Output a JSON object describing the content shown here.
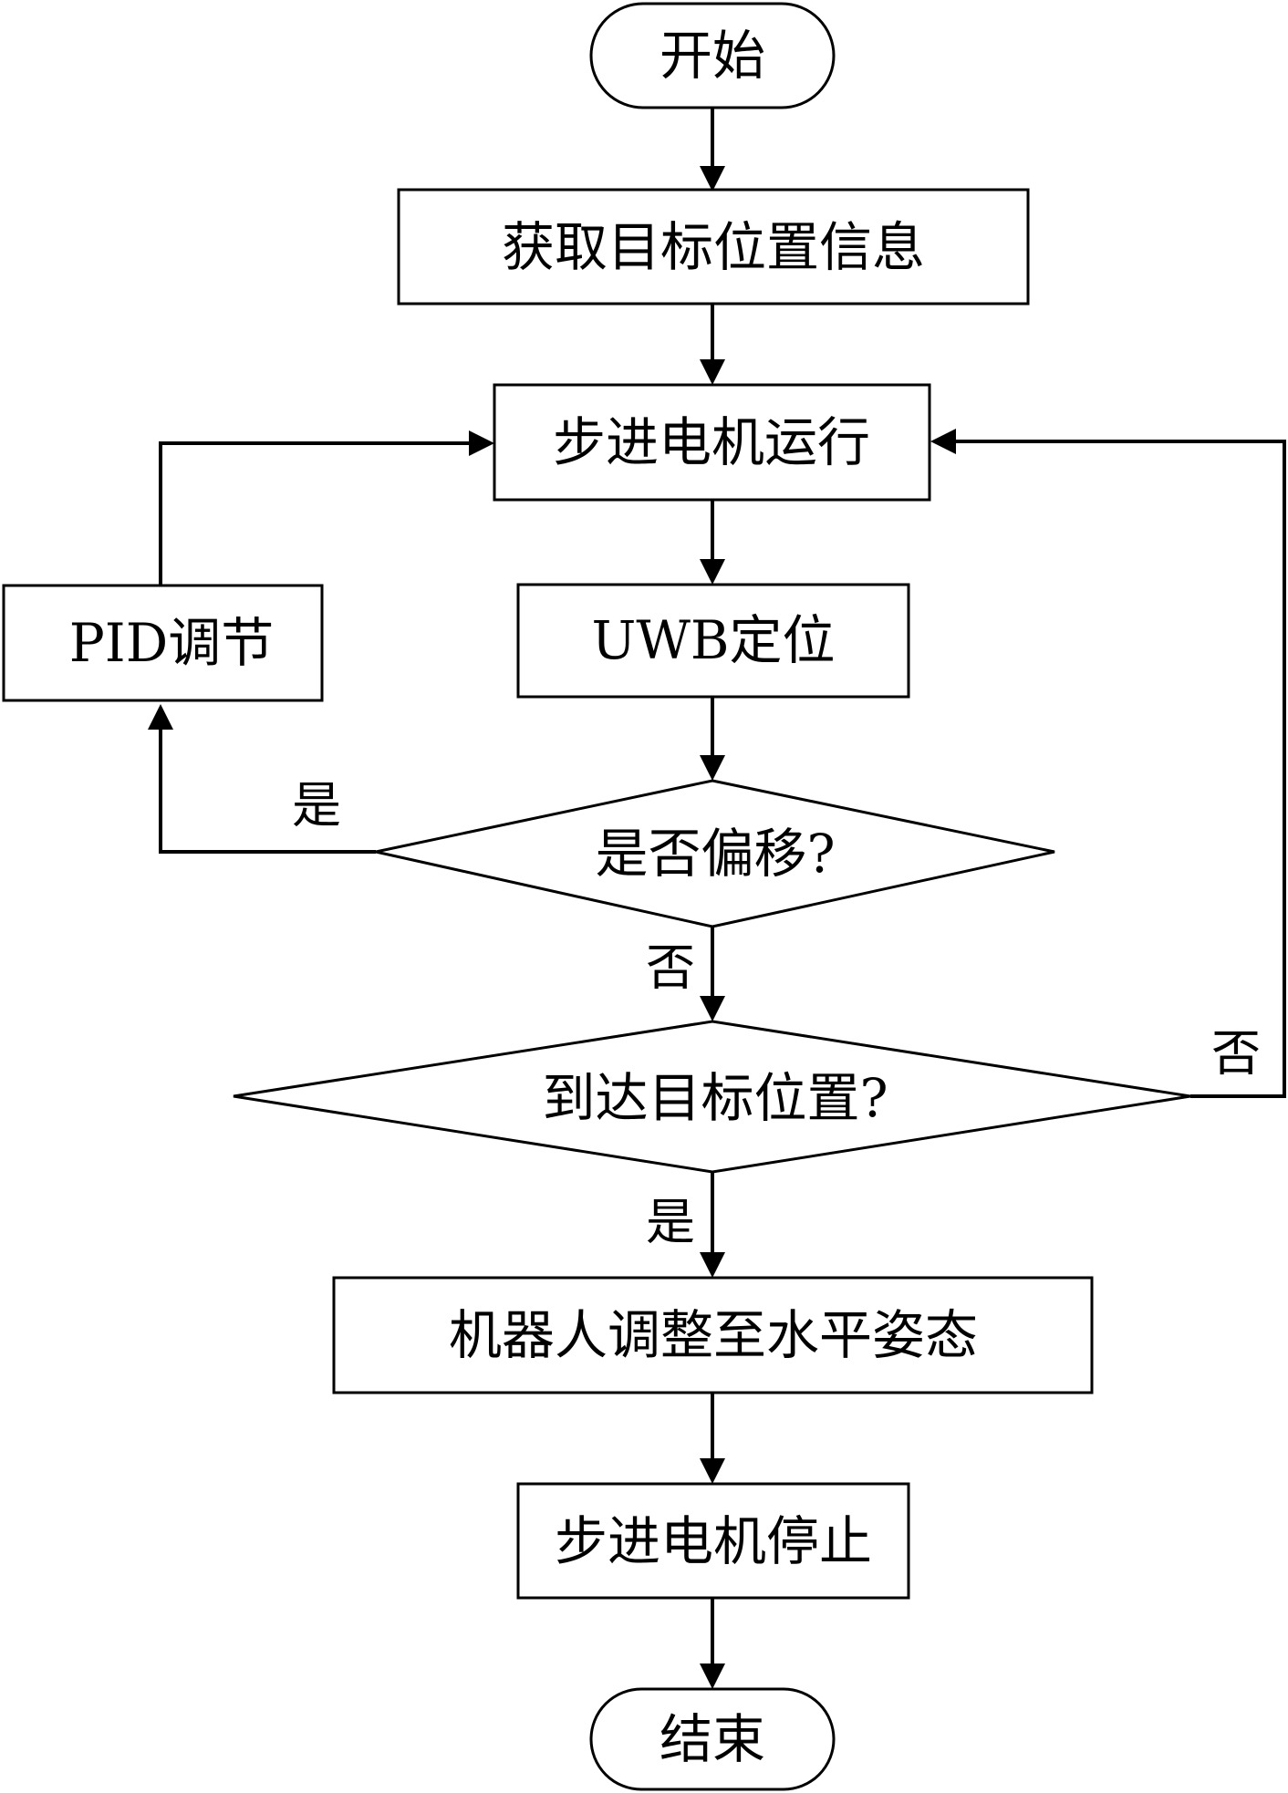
{
  "nodes": {
    "start": "开始",
    "get_target": "获取目标位置信息",
    "motor_run": "步进电机运行",
    "uwb": "UWB定位",
    "pid": "PID调节",
    "offset_decision": "是否偏移?",
    "reach_decision": "到达目标位置?",
    "level": "机器人调整至水平姿态",
    "motor_stop": "步进电机停止",
    "end": "结束"
  },
  "labels": {
    "offset_yes": "是",
    "offset_no": "否",
    "reach_no": "否",
    "reach_yes": "是"
  },
  "colors": {
    "line": "#000000",
    "background": "#ffffff"
  }
}
